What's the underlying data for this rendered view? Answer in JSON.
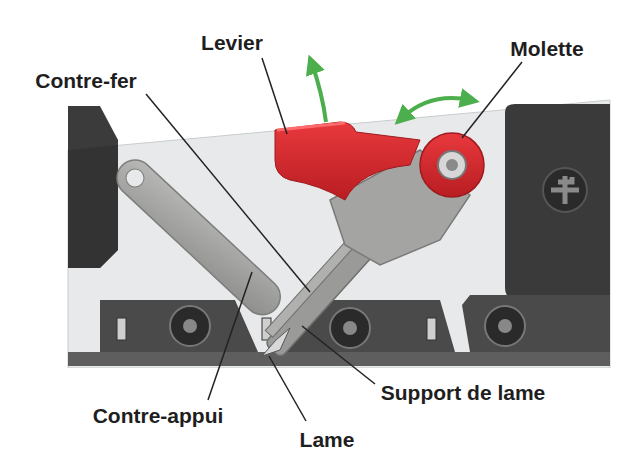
{
  "diagram": {
    "labels": [
      "Levier",
      "Molette",
      "Contre-fer",
      "Support de lame",
      "Contre-appui",
      "Lame"
    ]
  }
}
